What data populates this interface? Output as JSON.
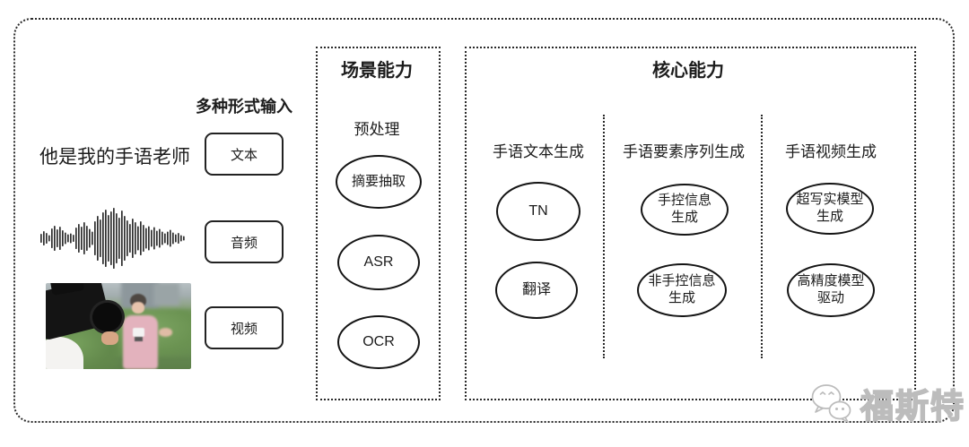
{
  "input_section": {
    "label": "多种形式输入",
    "sample_text": "他是我的手语老师",
    "items": [
      {
        "label": "文本"
      },
      {
        "label": "音频"
      },
      {
        "label": "视频"
      }
    ]
  },
  "scene_section": {
    "title": "场景能力",
    "subtitle": "预处理",
    "nodes": [
      "摘要抽取",
      "ASR",
      "OCR"
    ]
  },
  "core_section": {
    "title": "核心能力",
    "columns": [
      {
        "header": "手语文本生成",
        "nodes": [
          "TN",
          "翻译"
        ]
      },
      {
        "header": "手语要素序列生成",
        "nodes": [
          "手控信息\n生成",
          "非手控信息\n生成"
        ]
      },
      {
        "header": "手语视频生成",
        "nodes": [
          "超写实模型\n生成",
          "高精度模型\n驱动"
        ]
      }
    ]
  },
  "watermark": {
    "text": "福斯特",
    "icon": "wechat-bubbles-icon"
  },
  "colors": {
    "line": "#2a2a2a",
    "text": "#1c1c1c",
    "watermark": "#bcbcbc",
    "background": "#ffffff"
  }
}
